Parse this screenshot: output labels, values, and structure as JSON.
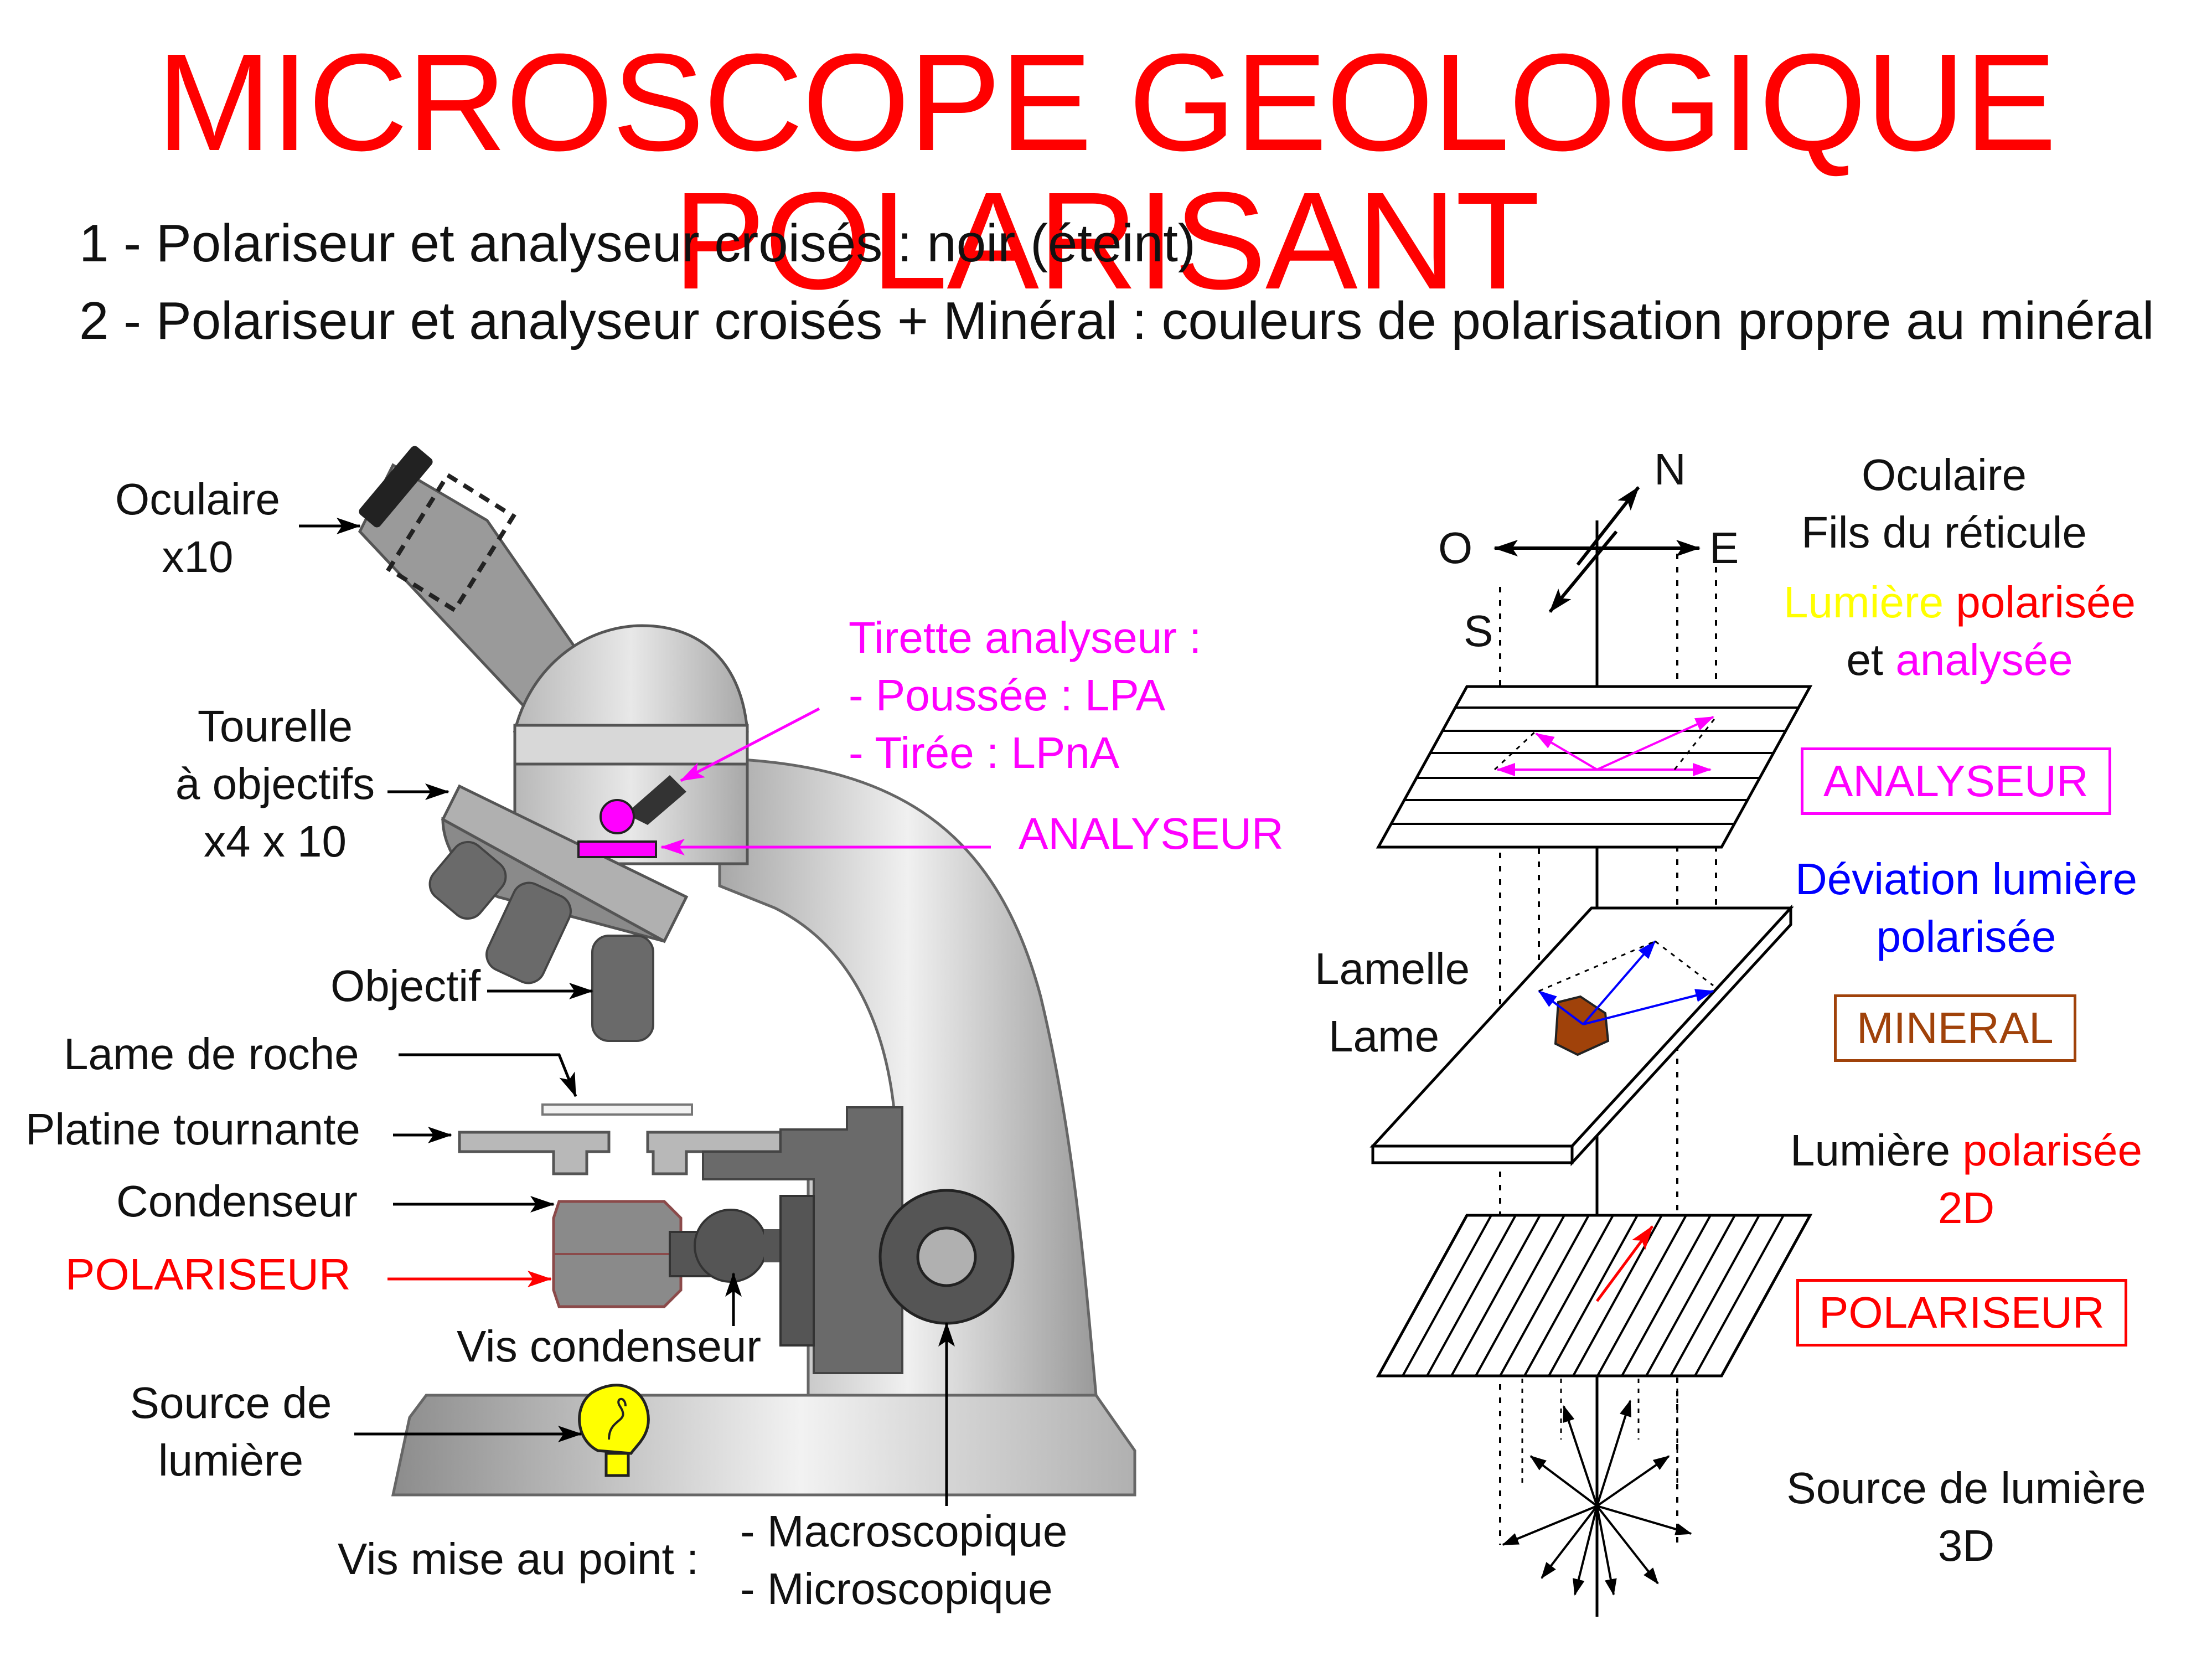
{
  "title": "MICROSCOPE GEOLOGIQUE POLARISANT",
  "subtitles": [
    "1 - Polariseur et analyseur croisés : noir (éteint)",
    "2 - Polariseur et analyseur croisés + Minéral : couleurs de polarisation propre au minéral"
  ],
  "microscope": {
    "oculaire": [
      "Oculaire",
      "x10"
    ],
    "tourelle": [
      "Tourelle",
      "à objectifs",
      "x4 x 10"
    ],
    "objectif": "Objectif",
    "lame": "Lame de roche",
    "platine": "Platine tournante",
    "condenseur": "Condenseur",
    "polariseur": "POLARISEUR",
    "vis_condenseur": "Vis condenseur",
    "source": [
      "Source de",
      "lumière"
    ],
    "vis_mise_au_point": "Vis mise au point :",
    "macro": "- Macroscopique",
    "micro": "- Microscopique",
    "tirette": [
      "Tirette analyseur :",
      "- Poussée : LPA",
      "- Tirée : LPnA"
    ],
    "analyseur": "ANALYSEUR"
  },
  "schema": {
    "compass": {
      "n": "N",
      "o": "O",
      "e": "E",
      "s": "S"
    },
    "oculaire": [
      "Oculaire",
      "Fils du réticule"
    ],
    "lumiere_word": "Lumière",
    "polarisee_word": "polarisée",
    "et_word": "et",
    "analysee_word": "analysée",
    "analyseur_box": "ANALYSEUR",
    "deviation": [
      "Déviation lumière",
      "polarisée"
    ],
    "lamelle": "Lamelle",
    "lame": "Lame",
    "mineral_box": "MINERAL",
    "lumiere_2d_prefix": "Lumière",
    "lumiere_2d_polarisee": "polarisée",
    "lumiere_2d_suffix": "2D",
    "polariseur_box": "POLARISEUR",
    "source": [
      "Source de lumière",
      "3D"
    ]
  },
  "colors": {
    "title": "#ff0000",
    "magenta": "#ff00ff",
    "red": "#ff0000",
    "yellow": "#ffff00",
    "blue": "#0000ff",
    "mineral": "#a0420a",
    "grey_body": "#c8c8c8",
    "dark_grey": "#555555"
  }
}
